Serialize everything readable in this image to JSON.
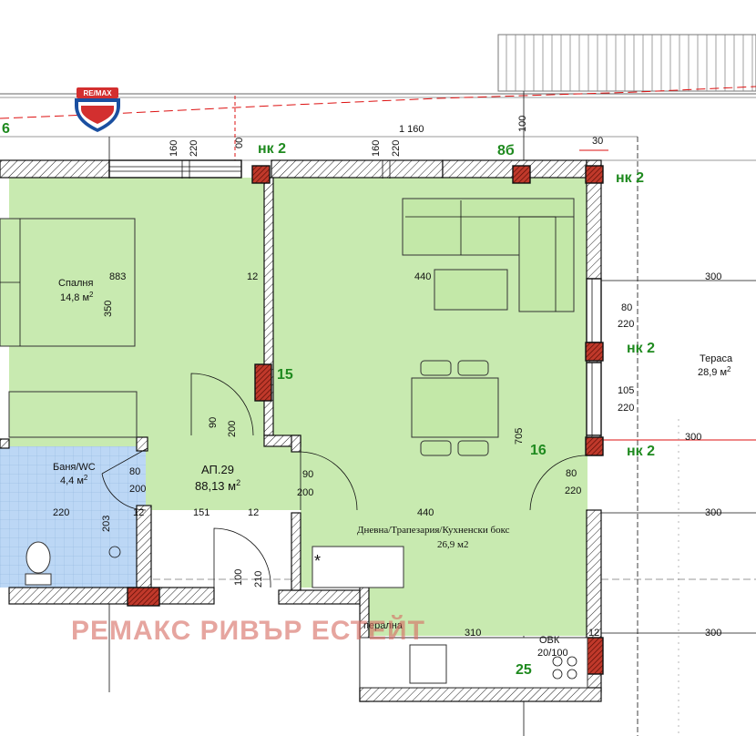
{
  "brand": {
    "logo_text": "RE/MAX",
    "watermark": "РЕМАКС РИВЪР ЕСТЕЙТ"
  },
  "colors": {
    "floor_green": "#c8eab0",
    "bathroom_blue": "#bcd7f5",
    "axis_green": "#1f8a1f",
    "dim_red": "#d11111",
    "column_red": "#c0392b"
  },
  "axes": {
    "a_left": "6",
    "nk2_top": "нк 2",
    "b8": "8б",
    "nk2_right_top": "нк 2",
    "nk2_right_mid": "нк 2",
    "nk2_right_low": "нк 2",
    "n15": "15",
    "n16": "16",
    "n25": "25"
  },
  "dims": {
    "d1160": "1 160",
    "d100_top": "100",
    "d00": "00",
    "d160a": "160",
    "d220a": "220",
    "d160b": "160",
    "d220b": "220",
    "d30": "30",
    "d883": "883",
    "d12a": "12",
    "d440a": "440",
    "d350": "350",
    "d300a": "300",
    "d80a": "80",
    "d220c": "220",
    "d105": "105",
    "d220d": "220",
    "d300red": "300",
    "d90a": "90",
    "d200a": "200",
    "d705": "705",
    "d80b": "80",
    "d200b": "200",
    "d90b": "90",
    "d200c": "200",
    "d80c": "80",
    "d220e": "220",
    "d220f": "220",
    "d151": "151",
    "d12b": "12",
    "d12c": "12",
    "d440b": "440",
    "d300b": "300",
    "d203": "203",
    "d100b": "100",
    "d210": "210",
    "d310": "310",
    "d300c": "300",
    "d12d": "12"
  },
  "rooms": {
    "bedroom_name": "Спалня",
    "bedroom_area": "14,8 м",
    "bedroom_sup": "2",
    "bath_name": "Баня/WC",
    "bath_area": "4,4 м",
    "bath_sup": "2",
    "apt_name": "АП.29",
    "apt_area": "88,13 м",
    "apt_sup": "2",
    "terrace_name": "Тераса",
    "terrace_area": "28,9 м",
    "terrace_sup": "2",
    "living_name": "Дневна/Трапезария/Кухненски бокс",
    "living_area": "26,9 м2",
    "laundry": "перална",
    "ovk": "ОВК",
    "ovk_dim": "20/100",
    "star": "*"
  }
}
